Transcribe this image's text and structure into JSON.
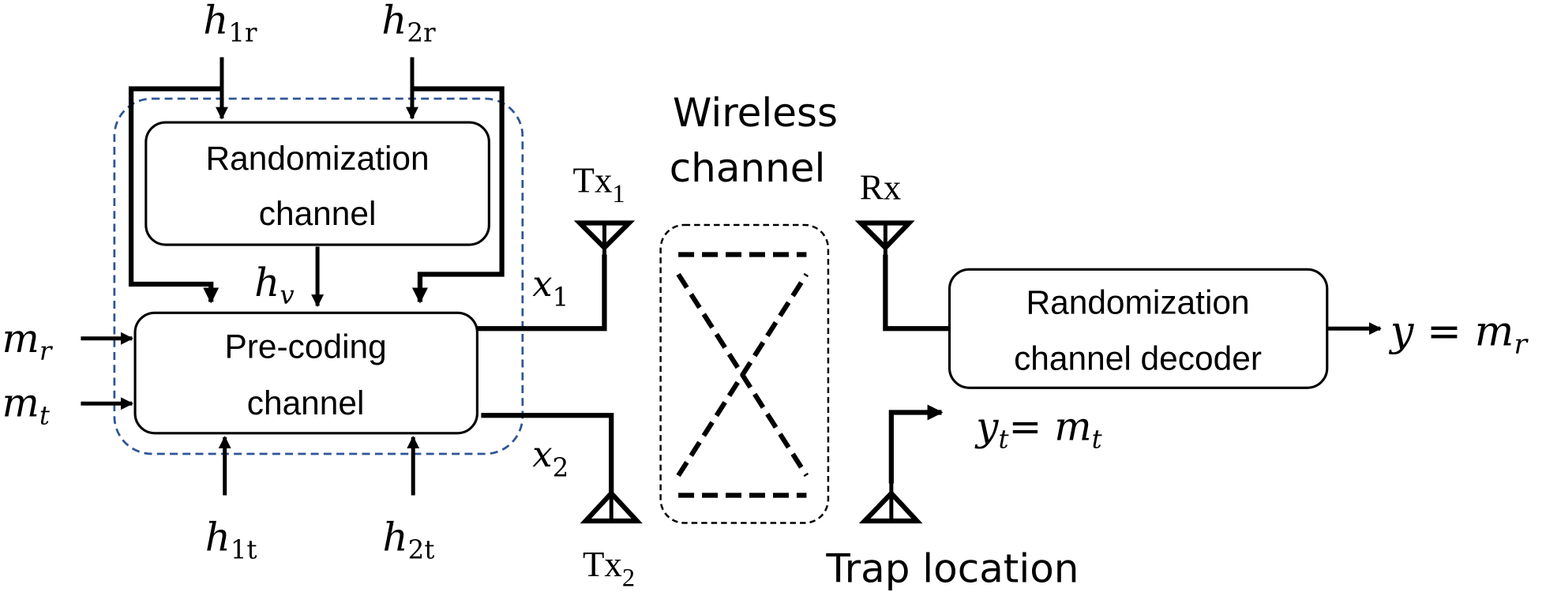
{
  "diagram": {
    "blocks": {
      "randomization_channel": {
        "line1": "Randomization",
        "line2": "channel"
      },
      "precoding_channel": {
        "line1": "Pre-coding",
        "line2": "channel"
      },
      "decoder": {
        "line1": "Randomization",
        "line2": "channel decoder"
      },
      "wireless_channel": {
        "line1": "Wireless",
        "line2": "channel"
      }
    },
    "symbols": {
      "h1r": {
        "base": "h",
        "sub": "1r"
      },
      "h2r": {
        "base": "h",
        "sub": "2r"
      },
      "hv": {
        "base": "h",
        "sub": "v"
      },
      "h1t": {
        "base": "h",
        "sub": "1t"
      },
      "h2t": {
        "base": "h",
        "sub": "2t"
      },
      "mr": {
        "base": "m",
        "sub": "r"
      },
      "mt": {
        "base": "m",
        "sub": "t"
      },
      "x1": {
        "base": "x",
        "sub": "1"
      },
      "x2": {
        "base": "x",
        "sub": "2"
      }
    },
    "antennas": {
      "tx1": {
        "base": "Tx",
        "sub": "1"
      },
      "tx2": {
        "base": "Tx",
        "sub": "2"
      },
      "rx": {
        "label": "Rx"
      },
      "trap": {
        "label": "Trap location"
      }
    },
    "outputs": {
      "y": {
        "lhs": "y",
        "eq": " = ",
        "rhs_base": "m",
        "rhs_sub": "r"
      },
      "yt": {
        "lhs_base": "y",
        "lhs_sub": "t",
        "eq": "= ",
        "rhs_base": "m",
        "rhs_sub": "t"
      }
    },
    "colors": {
      "encoder_boundary": "#2f5597",
      "line": "#000000"
    }
  }
}
